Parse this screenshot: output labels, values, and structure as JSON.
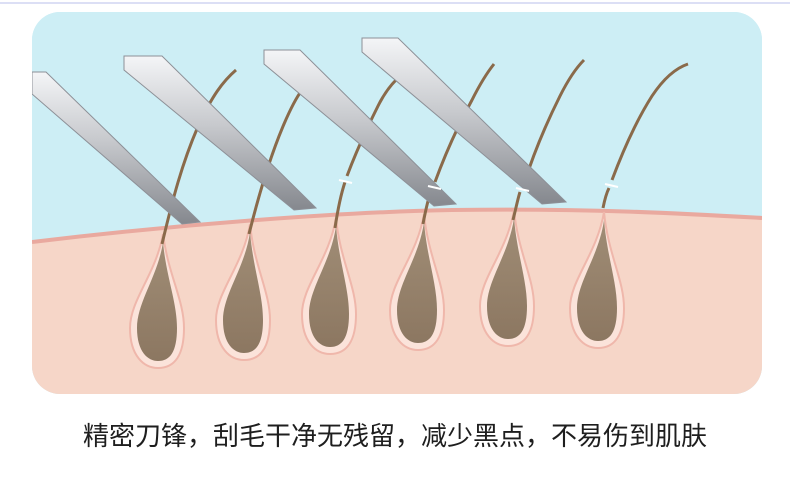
{
  "caption": "精密刀锋，刮毛干净无残留，减少黑点，不易伤到肌肤",
  "colors": {
    "sky": "#cdeef5",
    "skin": "#f6d6c8",
    "skin_edge": "#e9a99f",
    "follicle": "#9a8670",
    "follicle_rim": "#fbe3da",
    "hair": "#8a6a4a",
    "blade_light": "#f2f3f5",
    "blade_dark": "#8d9097"
  },
  "scene": {
    "blades": 4,
    "hairs": 6
  }
}
